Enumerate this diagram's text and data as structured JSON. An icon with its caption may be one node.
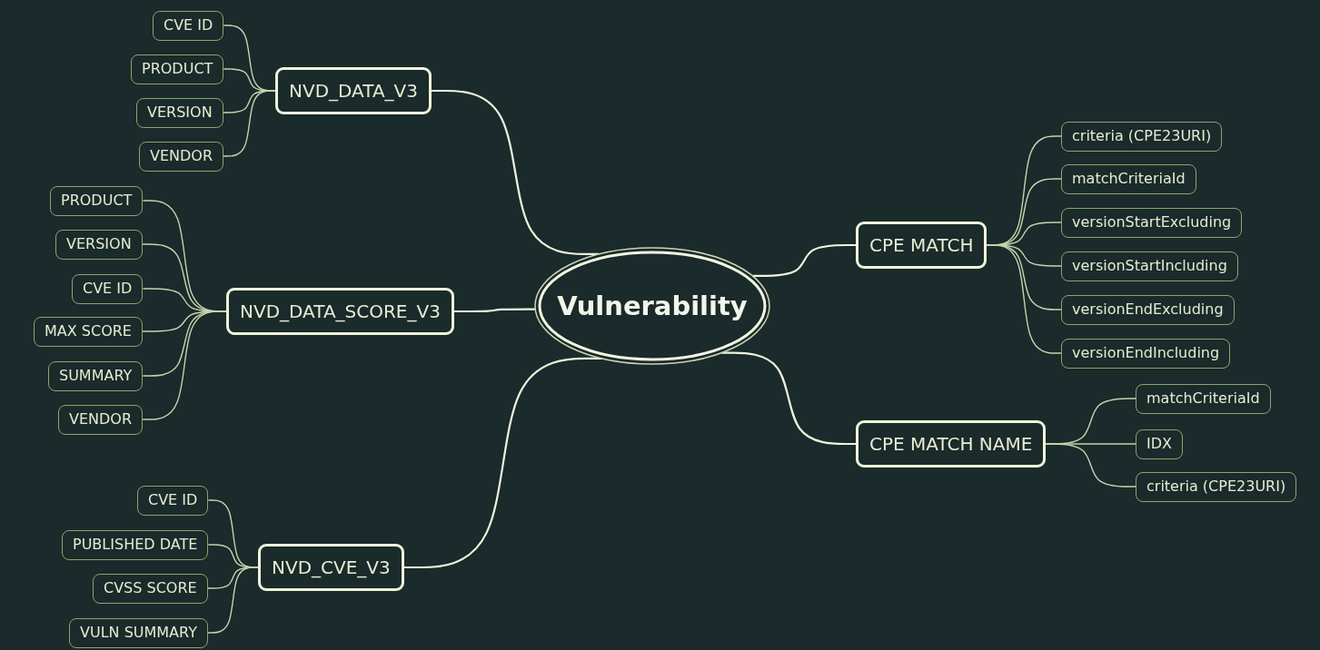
{
  "diagram": {
    "nodes": [
      {
        "text": [
          "Vulnerability"
        ]
      },
      {
        "text": [
          "NVD_DATA_V3"
        ]
      },
      {
        "text": [
          "CVE ID"
        ]
      },
      {
        "text": [
          "PRODUCT"
        ]
      },
      {
        "text": [
          "VERSION"
        ]
      },
      {
        "text": [
          "VENDOR"
        ]
      },
      {
        "text": [
          "NVD_DATA_SCORE_V3"
        ]
      },
      {
        "text": [
          "PRODUCT"
        ]
      },
      {
        "text": [
          "VERSION"
        ]
      },
      {
        "text": [
          "CVE ID"
        ]
      },
      {
        "text": [
          "MAX SCORE"
        ]
      },
      {
        "text": [
          "SUMMARY"
        ]
      },
      {
        "text": [
          "VENDOR"
        ]
      },
      {
        "text": [
          "NVD_CVE_V3"
        ]
      },
      {
        "text": [
          "CVE ID"
        ]
      },
      {
        "text": [
          "PUBLISHED DATE"
        ]
      },
      {
        "text": [
          "CVSS SCORE"
        ]
      },
      {
        "text": [
          "VULN SUMMARY"
        ]
      },
      {
        "text": [
          "CPE MATCH"
        ]
      },
      {
        "text": [
          "criteria (CPE23URI)"
        ]
      },
      {
        "text": [
          "matchCriteriaId"
        ]
      },
      {
        "text": [
          "versionStartExcluding"
        ]
      },
      {
        "text": [
          "versionStartIncluding"
        ]
      },
      {
        "text": [
          "versionEndExcluding"
        ]
      },
      {
        "text": [
          "versionEndIncluding"
        ]
      },
      {
        "text": [
          "CPE MATCH NAME"
        ]
      },
      {
        "text": [
          "matchCriteriaId"
        ]
      },
      {
        "text": [
          "IDX"
        ]
      },
      {
        "text": [
          "criteria (CPE23URI)"
        ]
      }
    ],
    "edges": [
      {
        "from": 0,
        "to": 1,
        "arrow": "none"
      },
      {
        "from": 1,
        "to": 2,
        "arrow": "none"
      },
      {
        "from": 1,
        "to": 3,
        "arrow": "none"
      },
      {
        "from": 1,
        "to": 4,
        "arrow": "none"
      },
      {
        "from": 1,
        "to": 5,
        "arrow": "none"
      },
      {
        "from": 0,
        "to": 6,
        "arrow": "none"
      },
      {
        "from": 6,
        "to": 7,
        "arrow": "none"
      },
      {
        "from": 6,
        "to": 8,
        "arrow": "none"
      },
      {
        "from": 6,
        "to": 9,
        "arrow": "none"
      },
      {
        "from": 6,
        "to": 10,
        "arrow": "none"
      },
      {
        "from": 6,
        "to": 11,
        "arrow": "none"
      },
      {
        "from": 6,
        "to": 12,
        "arrow": "none"
      },
      {
        "from": 0,
        "to": 13,
        "arrow": "none"
      },
      {
        "from": 13,
        "to": 14,
        "arrow": "none"
      },
      {
        "from": 13,
        "to": 15,
        "arrow": "none"
      },
      {
        "from": 13,
        "to": 16,
        "arrow": "none"
      },
      {
        "from": 13,
        "to": 17,
        "arrow": "none"
      },
      {
        "from": 0,
        "to": 18,
        "arrow": "none"
      },
      {
        "from": 18,
        "to": 19,
        "arrow": "none"
      },
      {
        "from": 18,
        "to": 20,
        "arrow": "none"
      },
      {
        "from": 18,
        "to": 21,
        "arrow": "none"
      },
      {
        "from": 18,
        "to": 22,
        "arrow": "none"
      },
      {
        "from": 18,
        "to": 23,
        "arrow": "none"
      },
      {
        "from": 18,
        "to": 24,
        "arrow": "none"
      },
      {
        "from": 0,
        "to": 25,
        "arrow": "none"
      },
      {
        "from": 25,
        "to": 26,
        "arrow": "none"
      },
      {
        "from": 25,
        "to": 27,
        "arrow": "none"
      },
      {
        "from": 25,
        "to": 28,
        "arrow": "none"
      }
    ]
  }
}
